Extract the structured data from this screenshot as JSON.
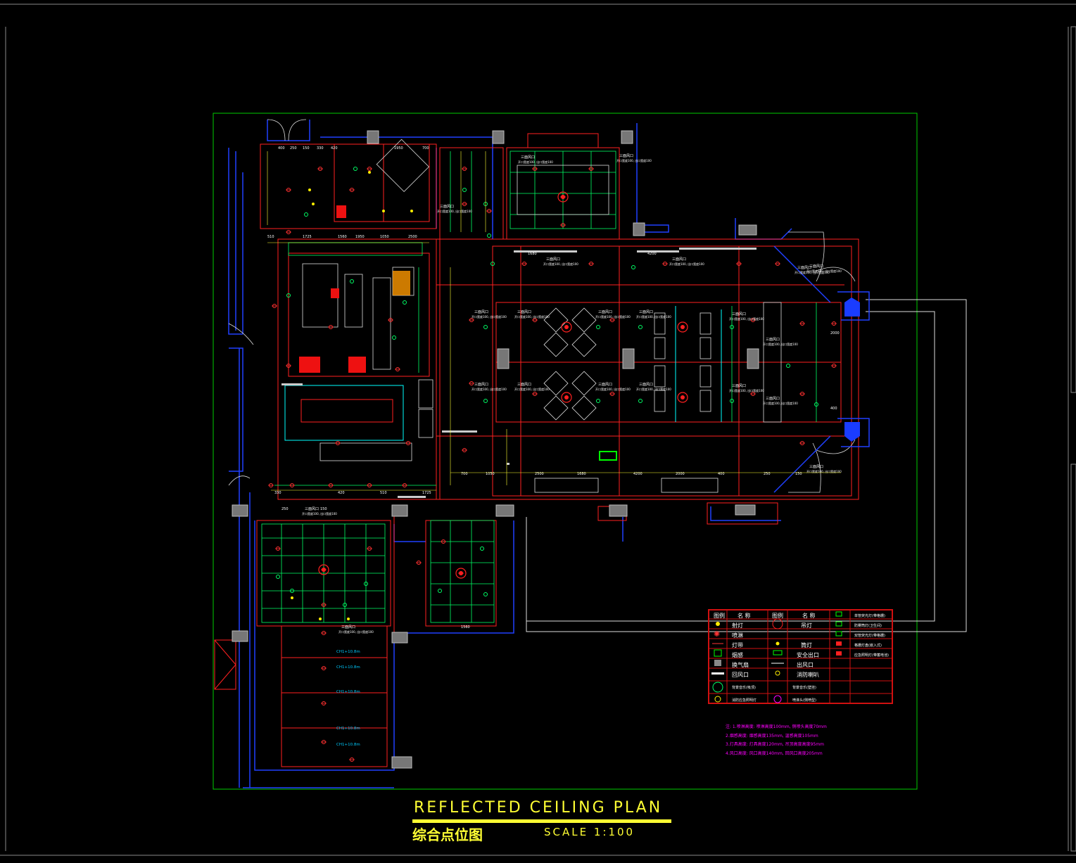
{
  "drawing": {
    "title_en": "REFLECTED CEILING PLAN",
    "title_cn": "综合点位图",
    "scale": "SCALE 1:100"
  },
  "room_labels": {
    "air_out": "三面风口",
    "air_note": "开口宽度100, 出口宽度100",
    "dims": [
      "400",
      "250",
      "150",
      "330",
      "420",
      "510",
      "1725",
      "1560",
      "1950",
      "700",
      "1050",
      "2500",
      "1680",
      "4200",
      "2000"
    ],
    "corridor_heights": [
      "CH1+10.8m",
      "CH1+10.8m",
      "CH1+10.8m",
      "CH1+10.8m",
      "CH1+10.8m"
    ]
  },
  "legend": {
    "header": [
      "图例",
      "名 称",
      "图例",
      "名 称"
    ],
    "rows": [
      {
        "left": "射灯",
        "right": "吊灯"
      },
      {
        "left": "喷淋",
        "right": ""
      },
      {
        "left": "灯带",
        "right": "筒灯"
      },
      {
        "left": "烟感",
        "right": "安全出口"
      },
      {
        "left": "换气扇",
        "right": "出风口"
      },
      {
        "left": "回风口",
        "right": "消防喇叭"
      },
      {
        "left": "背景音乐(吸顶)",
        "right": "背景音乐(壁挂)"
      },
      {
        "left": "消防应急照明灯",
        "right": "喷淋头(侧喷型)"
      }
    ],
    "extra": [
      "单管荧光灯(带格栅)",
      "防雾筒灯(卫生间)",
      "双管荧光灯(带格栅)",
      "格栅灯盘(嵌入式)",
      "应急照明灯(带蓄电池)"
    ]
  },
  "notes": [
    "注: 1.喷淋高度: 喷淋高度100mm, 侧喷头高度70mm",
    "2.烟感高度: 烟感高度135mm, 温感高度105mm",
    "3.灯具高度: 灯具高度120mm, 吊顶高度高度95mm",
    "4.风口高度: 风口高度140mm, 回风口高度205mm"
  ],
  "colors": {
    "background": "#000000",
    "frame": "#00cc00",
    "walls": "#ff2020",
    "grid": "#00ff66",
    "blue": "#2040ff",
    "cyan": "#00ffff",
    "yellow": "#ffff33",
    "white": "#ffffff",
    "gray": "#7a7a7a",
    "magenta": "#ff00ff"
  }
}
